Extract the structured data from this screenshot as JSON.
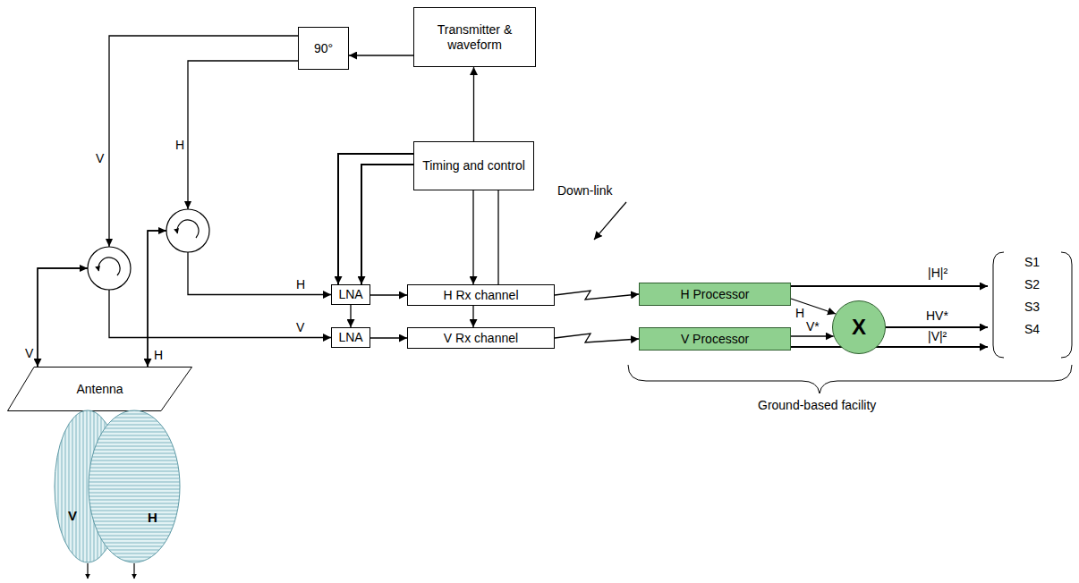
{
  "diagram": {
    "nodes": [
      {
        "text": [
          "90°"
        ]
      },
      {
        "text": [
          "Transmitter & waveform"
        ]
      },
      {
        "text": [
          "Timing and control"
        ]
      },
      {
        "text": [
          "LNA"
        ]
      },
      {
        "text": [
          "H Rx channel"
        ]
      },
      {
        "text": [
          "H Processor"
        ]
      },
      {
        "text": [
          "X"
        ]
      },
      {
        "text": [
          "LNA"
        ]
      },
      {
        "text": [
          "V Rx channel"
        ]
      },
      {
        "text": [
          "V Processor"
        ]
      },
      {
        "text": [
          "Antenna"
        ]
      },
      {
        "text": [
          "V"
        ]
      },
      {
        "text": [
          "H"
        ]
      }
    ],
    "edges": [
      {
        "from": 1,
        "to": 0,
        "arrow": "to"
      },
      {
        "from": 2,
        "to": 1,
        "arrow": "to"
      },
      {
        "from": 2,
        "to": 3,
        "arrow": "to"
      },
      {
        "from": 2,
        "to": 3,
        "arrow": "to"
      },
      {
        "from": 3,
        "to": 7,
        "arrow": "to"
      },
      {
        "from": 2,
        "to": 4,
        "arrow": "to"
      },
      {
        "from": 2,
        "to": 4,
        "arrow": "none"
      },
      {
        "from": 3,
        "to": 4,
        "arrow": "to"
      },
      {
        "from": 7,
        "to": 8,
        "arrow": "to"
      },
      {
        "from": 4,
        "to": 8,
        "arrow": "to"
      },
      {
        "from": 4,
        "to": 5,
        "arrow": "to"
      },
      {
        "from": 8,
        "to": 9,
        "arrow": "to"
      },
      {
        "from": 5,
        "to": 6,
        "arrow": "to",
        "label": "H"
      },
      {
        "from": 9,
        "to": 6,
        "arrow": "to",
        "label": "V*"
      },
      {
        "from": 0,
        "to": 10,
        "arrow": "to"
      },
      {
        "from": 0,
        "to": 10,
        "arrow": "to"
      },
      {
        "from": 10,
        "to": 7,
        "arrow": "to"
      },
      {
        "from": 10,
        "to": 3,
        "arrow": "to"
      }
    ],
    "labels": [
      "V",
      "H",
      "H",
      "V",
      "V",
      "H",
      "Down-link",
      "|H|²",
      "HV*",
      "|V|²",
      "S1",
      "S2",
      "S3",
      "S4",
      "Ground-based facility"
    ]
  }
}
